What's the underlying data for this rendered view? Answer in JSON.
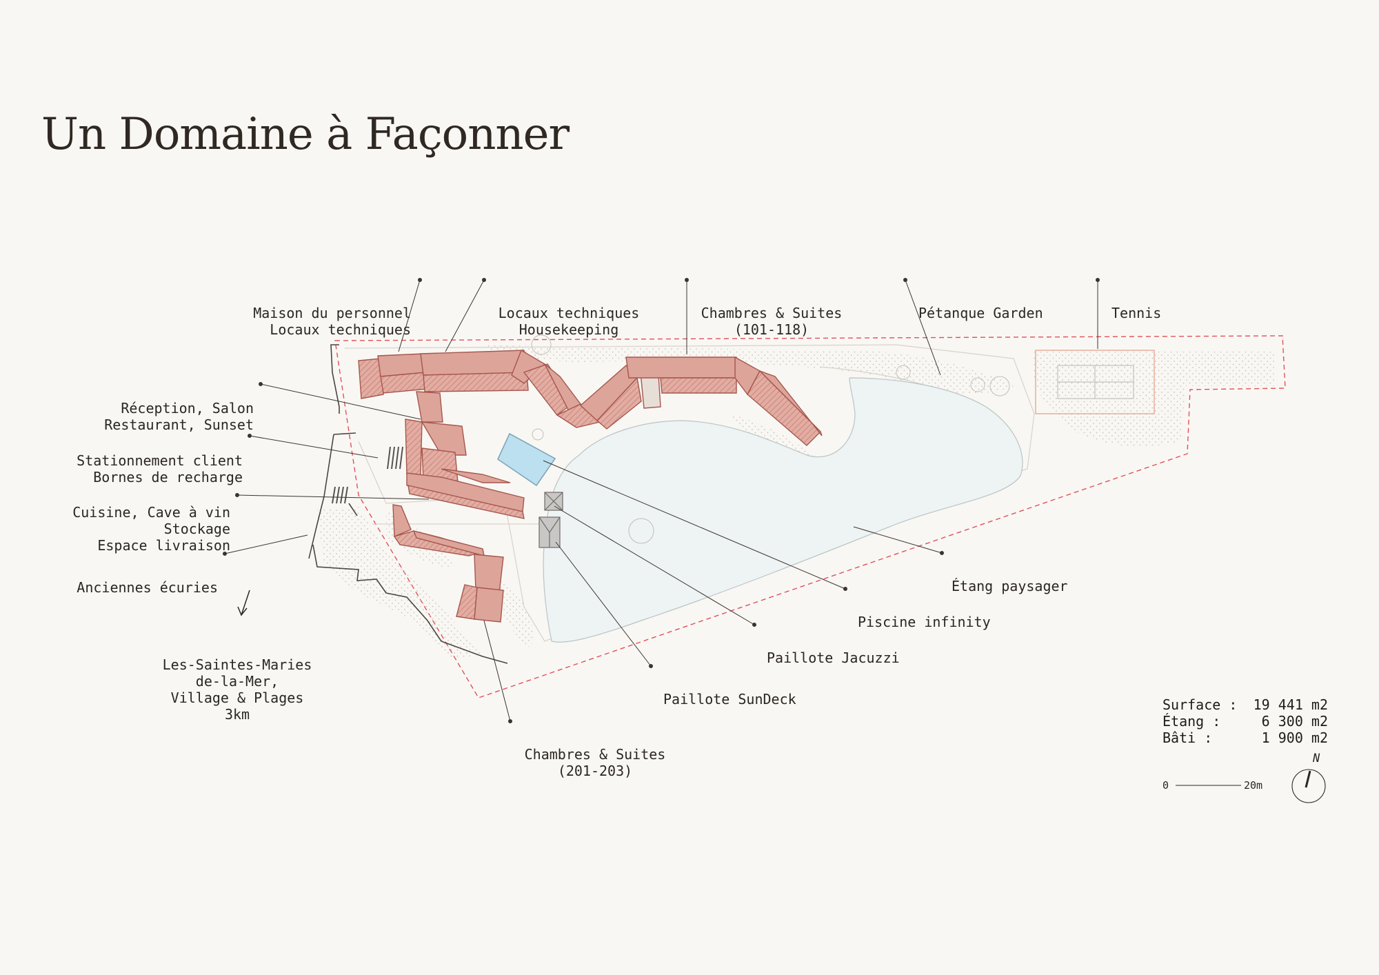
{
  "title": "Un Domaine à Façonner",
  "labels": {
    "maison_personnel": [
      "Maison du personnel",
      "Locaux techniques"
    ],
    "locaux_techniques": [
      "Locaux techniques",
      "Housekeeping"
    ],
    "chambres_101": [
      "Chambres & Suites",
      "(101-118)"
    ],
    "petanque": [
      "Pétanque Garden"
    ],
    "tennis": [
      "Tennis"
    ],
    "reception": [
      "Réception, Salon",
      "Restaurant, Sunset"
    ],
    "stationnement": [
      "Stationnement client",
      "Bornes de recharge"
    ],
    "cuisine": [
      "Cuisine, Cave à vin",
      "Stockage",
      "Espace livraison"
    ],
    "ecuries": [
      "Anciennes écuries"
    ],
    "saintes_maries": [
      "Les-Saintes-Maries",
      "de-la-Mer,",
      "Village & Plages",
      "3km"
    ],
    "etang": [
      "Étang paysager"
    ],
    "piscine": [
      "Piscine infinity"
    ],
    "jacuzzi": [
      "Paillote Jacuzzi"
    ],
    "sundeck": [
      "Paillote SunDeck"
    ],
    "chambres_201": [
      "Chambres & Suites",
      "(201-203)"
    ]
  },
  "stats": [
    {
      "label": "Surface :",
      "value": "19 441 m2"
    },
    {
      "label": "Étang :",
      "value": "6 300 m2"
    },
    {
      "label": "Bâti :",
      "value": "1 900 m2"
    }
  ],
  "scale": {
    "start": "0",
    "end": "20m"
  },
  "north": "N",
  "colors": {
    "background": "#f9f7f3",
    "roof": "#dda49a",
    "roof_stroke": "#a5564c",
    "pond": "#eef3f3",
    "pool": "#bde0f1",
    "boundary": "#e0505a",
    "leader": "#3a3430"
  }
}
